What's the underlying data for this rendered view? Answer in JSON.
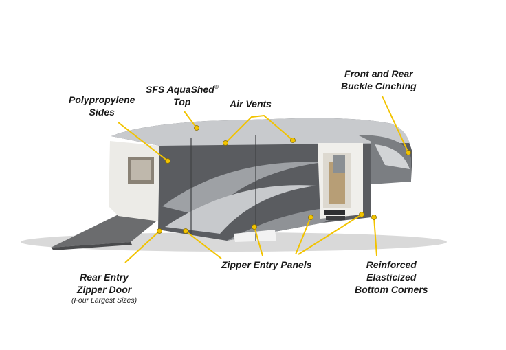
{
  "colors": {
    "callout": "#f2c300",
    "cover_dark": "#5a5c60",
    "cover_light": "#c8cacd",
    "label_text": "#1a1a1a"
  },
  "labels": {
    "polypropylene_sides": [
      "Polypropylene",
      "Sides"
    ],
    "aquashed_top": {
      "line1": "SFS AquaShed",
      "mark": "®",
      "line2": "Top"
    },
    "air_vents": "Air Vents",
    "buckle_cinching": [
      "Front and Rear",
      "Buckle Cinching"
    ],
    "rear_entry_door": [
      "Rear Entry",
      "Zipper Door"
    ],
    "rear_entry_note": "(Four Largest Sizes)",
    "zipper_entry_panels": "Zipper Entry Panels",
    "reinforced_corners": [
      "Reinforced",
      "Elasticized",
      "Bottom Corners"
    ]
  }
}
